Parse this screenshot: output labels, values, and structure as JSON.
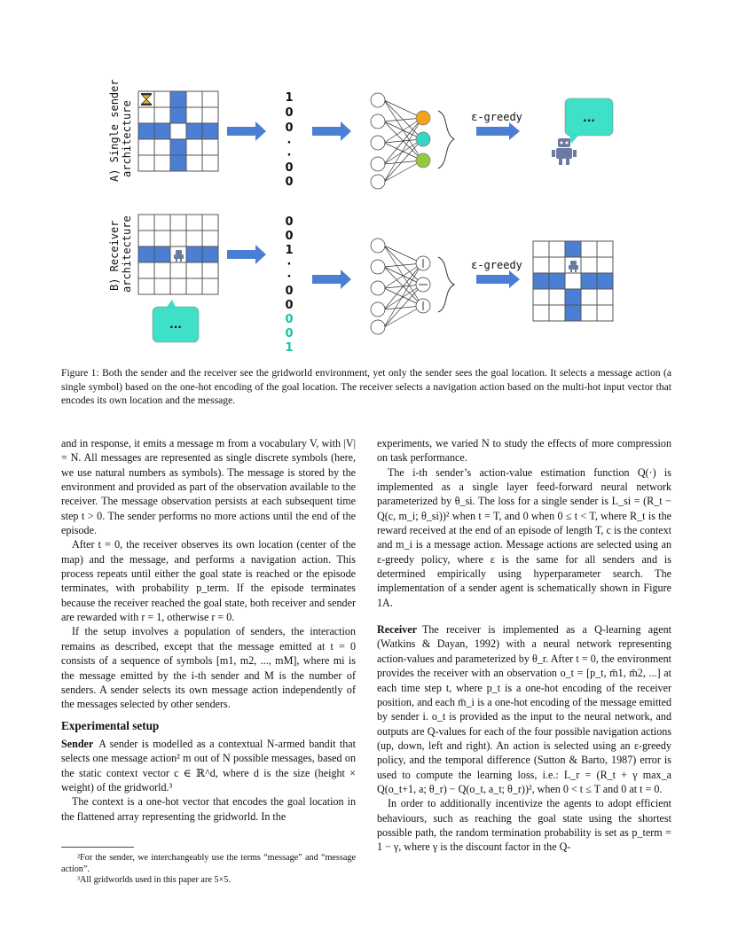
{
  "figure": {
    "panel_a_label": [
      "A) Single sender",
      "architecture"
    ],
    "panel_b_label": [
      "B) Receiver",
      "architecture"
    ],
    "vector_a": [
      "1",
      "0",
      "0",
      "·",
      "·",
      "0",
      "0"
    ],
    "vector_b_black": [
      "0",
      "0",
      "1",
      "·",
      "·",
      "0",
      "0"
    ],
    "vector_b_teal": [
      "0",
      "0",
      "1"
    ],
    "policy_a": "ε-greedy",
    "policy_b": "ε-greedy",
    "bubble_text": "...",
    "colors": {
      "grid_blue": "#4a7fd4",
      "arrow_blue": "#4a7fd4",
      "bubble_teal": "#3ee0c8",
      "teal_text": "#19c2a6",
      "node_orange": "#f3a21a",
      "node_teal": "#34d6c6",
      "node_green": "#93c93d"
    },
    "icons": [
      "hourglass-icon",
      "robot-icon",
      "speech-bubble-icon",
      "arrow-right-icon"
    ]
  },
  "caption": "Figure 1: Both the sender and the receiver see the gridworld environment, yet only the sender sees the goal location. It selects a message action (a single symbol) based on the one-hot encoding of the goal location. The receiver selects a navigation action based on the multi-hot input vector that encodes its own location and the message.",
  "left_col": {
    "p1": "and in response, it emits a message m from a vocabulary V, with |V| = N. All messages are represented as single discrete symbols (here, we use natural numbers as symbols). The message is stored by the environment and provided as part of the observation available to the receiver. The message observation persists at each subsequent time step t > 0. The sender performs no more actions until the end of the episode.",
    "p2": "After t = 0, the receiver observes its own location (center of the map) and the message, and performs a navigation action. This process repeats until either the goal state is reached or the episode terminates, with probability p_term. If the episode terminates because the receiver reached the goal state, both receiver and sender are rewarded with r = 1, otherwise r = 0.",
    "p3": "If the setup involves a population of senders, the interaction remains as described, except that the message emitted at t = 0 consists of a sequence of symbols [m1, m2, ..., mM], where mi is the message emitted by the i-th sender and M is the number of senders. A sender selects its own message action independently of the messages selected by other senders.",
    "heading": "Experimental setup",
    "sender_title": "Sender",
    "p4": "A sender is modelled as a contextual N-armed bandit that selects one message action² m out of N possible messages, based on the static context vector c ∈ ℝ^d, where d is the size (height × weight) of the gridworld.³",
    "p5": "The context is a one-hot vector that encodes the goal location in the flattened array representing the gridworld. In the"
  },
  "footnotes": {
    "fn2": "²For the sender, we interchangeably use the terms “message” and “message action”.",
    "fn3": "³All gridworlds used in this paper are 5×5."
  },
  "right_col": {
    "p1": "experiments, we varied N to study the effects of more compression on task performance.",
    "p2": "The i-th sender’s action-value estimation function Q(·) is implemented as a single layer feed-forward neural network parameterized by θ_si. The loss for a single sender is L_si = (R_t − Q(c, m_i; θ_si))² when t = T, and 0 when 0 ≤ t < T, where R_t is the reward received at the end of an episode of length T, c is the context and m_i is a message action. Message actions are selected using an ε-greedy policy, where ε is the same for all senders and is determined empirically using hyperparameter search. The implementation of a sender agent is schematically shown in Figure 1A.",
    "receiver_title": "Receiver",
    "p3": "The receiver is implemented as a Q-learning agent (Watkins & Dayan, 1992) with a neural network representing action-values and parameterized by θ_r. After t = 0, the environment provides the receiver with an observation o_t = [p_t, m̄1, m̄2, ...] at each time step t, where p_t is a one-hot encoding of the receiver position, and each m̄_i is a one-hot encoding of the message emitted by sender i. o_t is provided as the input to the neural network, and outputs are Q-values for each of the four possible navigation actions (up, down, left and right). An action is selected using an ε-greedy policy, and the temporal difference (Sutton & Barto, 1987) error is used to compute the learning loss, i.e.: L_r = (R_t + γ max_a Q(o_t+1, a; θ_r) − Q(o_t, a_t; θ_r))², when 0 < t ≤ T and 0 at t = 0.",
    "p4": "In order to additionally incentivize the agents to adopt efficient behaviours, such as reaching the goal state using the shortest possible path, the random termination probability is set as p_term = 1 − γ, where γ is the discount factor in the Q-"
  }
}
